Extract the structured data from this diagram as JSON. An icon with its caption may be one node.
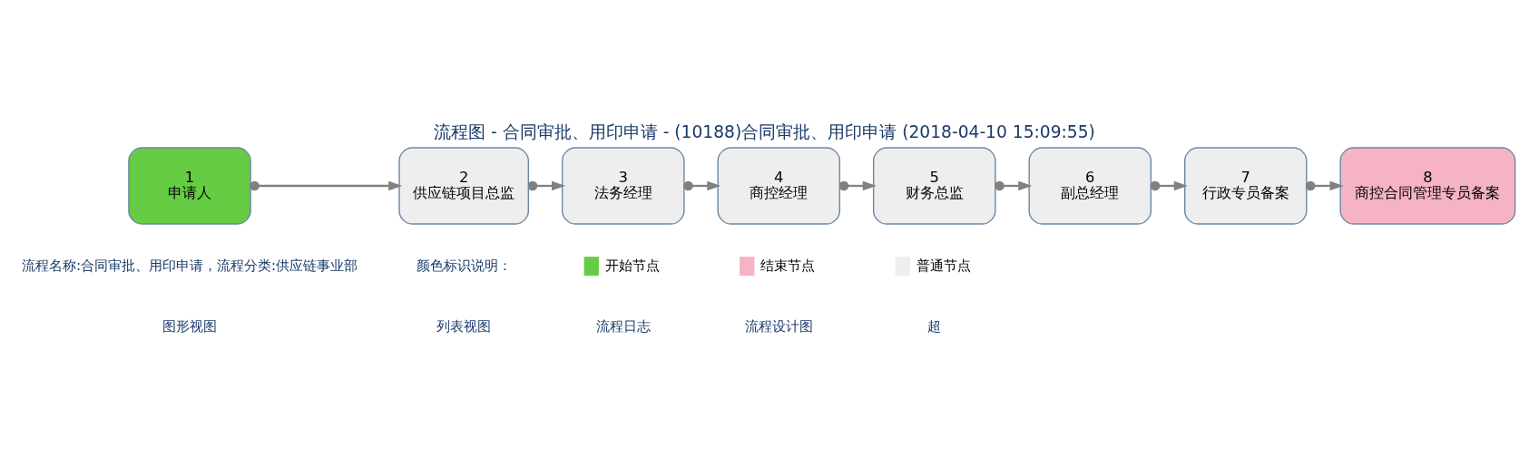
{
  "diagram": {
    "title": "流程图 - 合同审批、用印申请 - (10188)合同审批、用印申请 (2018-04-10 15:09:55)",
    "nodes": [
      {
        "text": [
          "1",
          "申请人"
        ]
      },
      {
        "text": [
          "2",
          "供应链项目总监"
        ]
      },
      {
        "text": [
          "3",
          "法务经理"
        ]
      },
      {
        "text": [
          "4",
          "商控经理"
        ]
      },
      {
        "text": [
          "5",
          "财务总监"
        ]
      },
      {
        "text": [
          "6",
          "副总经理"
        ]
      },
      {
        "text": [
          "7",
          "行政专员备案"
        ]
      },
      {
        "text": [
          "8",
          "商控合同管理专员备案"
        ]
      }
    ],
    "edges": [
      {
        "from": 0,
        "to": 1,
        "arrow": "to"
      },
      {
        "from": 1,
        "to": 2,
        "arrow": "to"
      },
      {
        "from": 2,
        "to": 3,
        "arrow": "to"
      },
      {
        "from": 3,
        "to": 4,
        "arrow": "to"
      },
      {
        "from": 4,
        "to": 5,
        "arrow": "to"
      },
      {
        "from": 5,
        "to": 6,
        "arrow": "to"
      },
      {
        "from": 6,
        "to": 7,
        "arrow": "to"
      }
    ],
    "labels": [
      "图形视图",
      "列表视图",
      "流程日志",
      "流程设计图",
      "超",
      "流程名称:合同审批、用印申请，流程分类:供应链事业部",
      "颜色标识说明："
    ],
    "legend": [
      {
        "text": "开始节点",
        "color": "#66cc44"
      },
      {
        "text": "结束节点",
        "color": "#f5b3c5"
      },
      {
        "text": "普通节点",
        "color": "#eeeeee"
      }
    ]
  }
}
